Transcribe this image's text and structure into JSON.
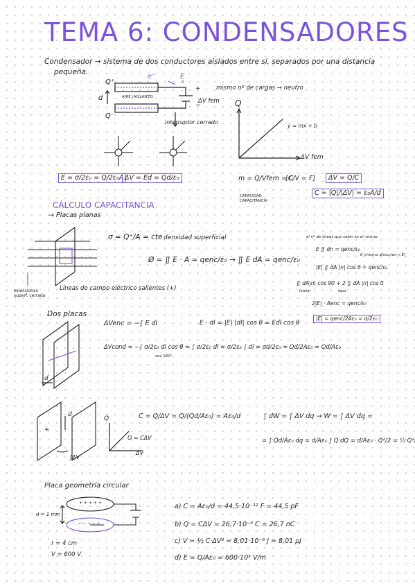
{
  "title": "TEMA 6: CONDENSADORES",
  "intro": {
    "line1": "Condensador → sistema de dos conductores aislados entre sí, separados por una distancia",
    "line2": "pequeña."
  },
  "capacitor_diagram": {
    "q_plus": "Q⁺",
    "q_minus": "Q⁻",
    "electron": "e⁻",
    "field_e": "E",
    "d": "d",
    "dielectric": "AIRE (AISLANTE)",
    "same_charge": "mismo nº de cargas → neutro",
    "delta_v": "ΔV fem",
    "switch": "interruptor cerrado",
    "plus": "+",
    "minus": "−"
  },
  "graph1": {
    "y_label": "Q",
    "x_label": "ΔV fem",
    "line_label": "y = mx + b"
  },
  "formulas_row1": {
    "e_field": "E = σ/2ε₀ = Q/2ε₀A",
    "delta_v": "ΔV = Ed = Qd/ε₀",
    "m": "m = Q/Vfem = C",
    "unit": "[C/V = F]",
    "capacity_note": "CAPACIDAD CAPACITANCIA",
    "dv_qc": "ΔV = Q/C",
    "c_def": "C = |Q|/|ΔV| = ε₀A/d"
  },
  "section_capacitance": {
    "heading": "CÁLCULO CAPACITANCIA",
    "sub": "→ Placas planas",
    "sigma": "σ = Q⁺/A = cte",
    "sigma_note": "densidad superficial",
    "gauss": "Ø = ∬ E · A = qenc/ε₀  →  ∬ E dA = qenc/ε₀",
    "lines_note": "el nº de líneas que salen es el mismo",
    "rhs1": "E ∬ dn = qenc/ε₀",
    "rhs2": "|E| ∬ dA |n| cos θ = qenc/ε₀",
    "rhs_note": "θ (misma dirección n E)",
    "rhs3": "∬ dA|n| cos 90 + 2 ∬ dA |n| cos 0",
    "rhs3a": "lateral",
    "rhs3b": "tapa",
    "rhs4": "2|E| · Aenc = qenc/ε₀",
    "rhs5": "|E| = qenc/2Aε₀ = σ/2ε₀",
    "select_note": "seleccionas superf. cerrada",
    "field_lines_note": "Líneas de campo eléctrico salientes (+)"
  },
  "two_plates": {
    "heading": "Dos placas",
    "venc": "ΔVenc = −∫ E dl",
    "edl": "E · dl = |E| |dl| cos θ = Edl cos θ",
    "vcond": "ΔVcond = −∫ σ/2ε₀ dl cos θ = ∫ σ/2ε₀ dl = σ/2ε₀ ∫ dl = σd/2ε₀ = Qd/2Aε₀ = Qd/Aε₀",
    "cos_note": "cos 180°",
    "d": "d"
  },
  "energy": {
    "c_formula": "C = Q/ΔV = Q/(Qd/Aε₀) = Aε₀/d",
    "w1": "∫ dW = ∫ ΔV dq → W = ∫ ΔV dq =",
    "w2": "= ∫ Qd/Aε₀ dq = d/Aε₀ ∫ Q dQ = d/Aε₀ · Q²/2 = ½ Q²/C",
    "graph_q": "Q",
    "graph_line": "Q = CΔV",
    "graph_v": "ΔV",
    "graph_int": "∫ΔV",
    "plate_d": "d",
    "plus": "+"
  },
  "circular": {
    "heading": "Placa geometría circular",
    "d_label": "d = 1 mm",
    "r": "r = 4 cm",
    "v": "V = 600 V",
    "plus_row": "+ + + + +",
    "minus_row": "− − − − −",
    "a": "a) C = Aε₀/d = 44,5·10⁻¹² F = 44,5 pF",
    "b": "b) Q = CΔV = 26,7·10⁻⁹ C = 26,7 nC",
    "c": "c) V = ½ C·ΔV² = 8,01·10⁻⁶ J = 8,01 μJ",
    "d": "d) E = Q/Aε₀ = 600·10³ V/m"
  },
  "colors": {
    "accent": "#7b52d9",
    "ink": "#1f1f1f",
    "dots": "#c9c9c9"
  }
}
